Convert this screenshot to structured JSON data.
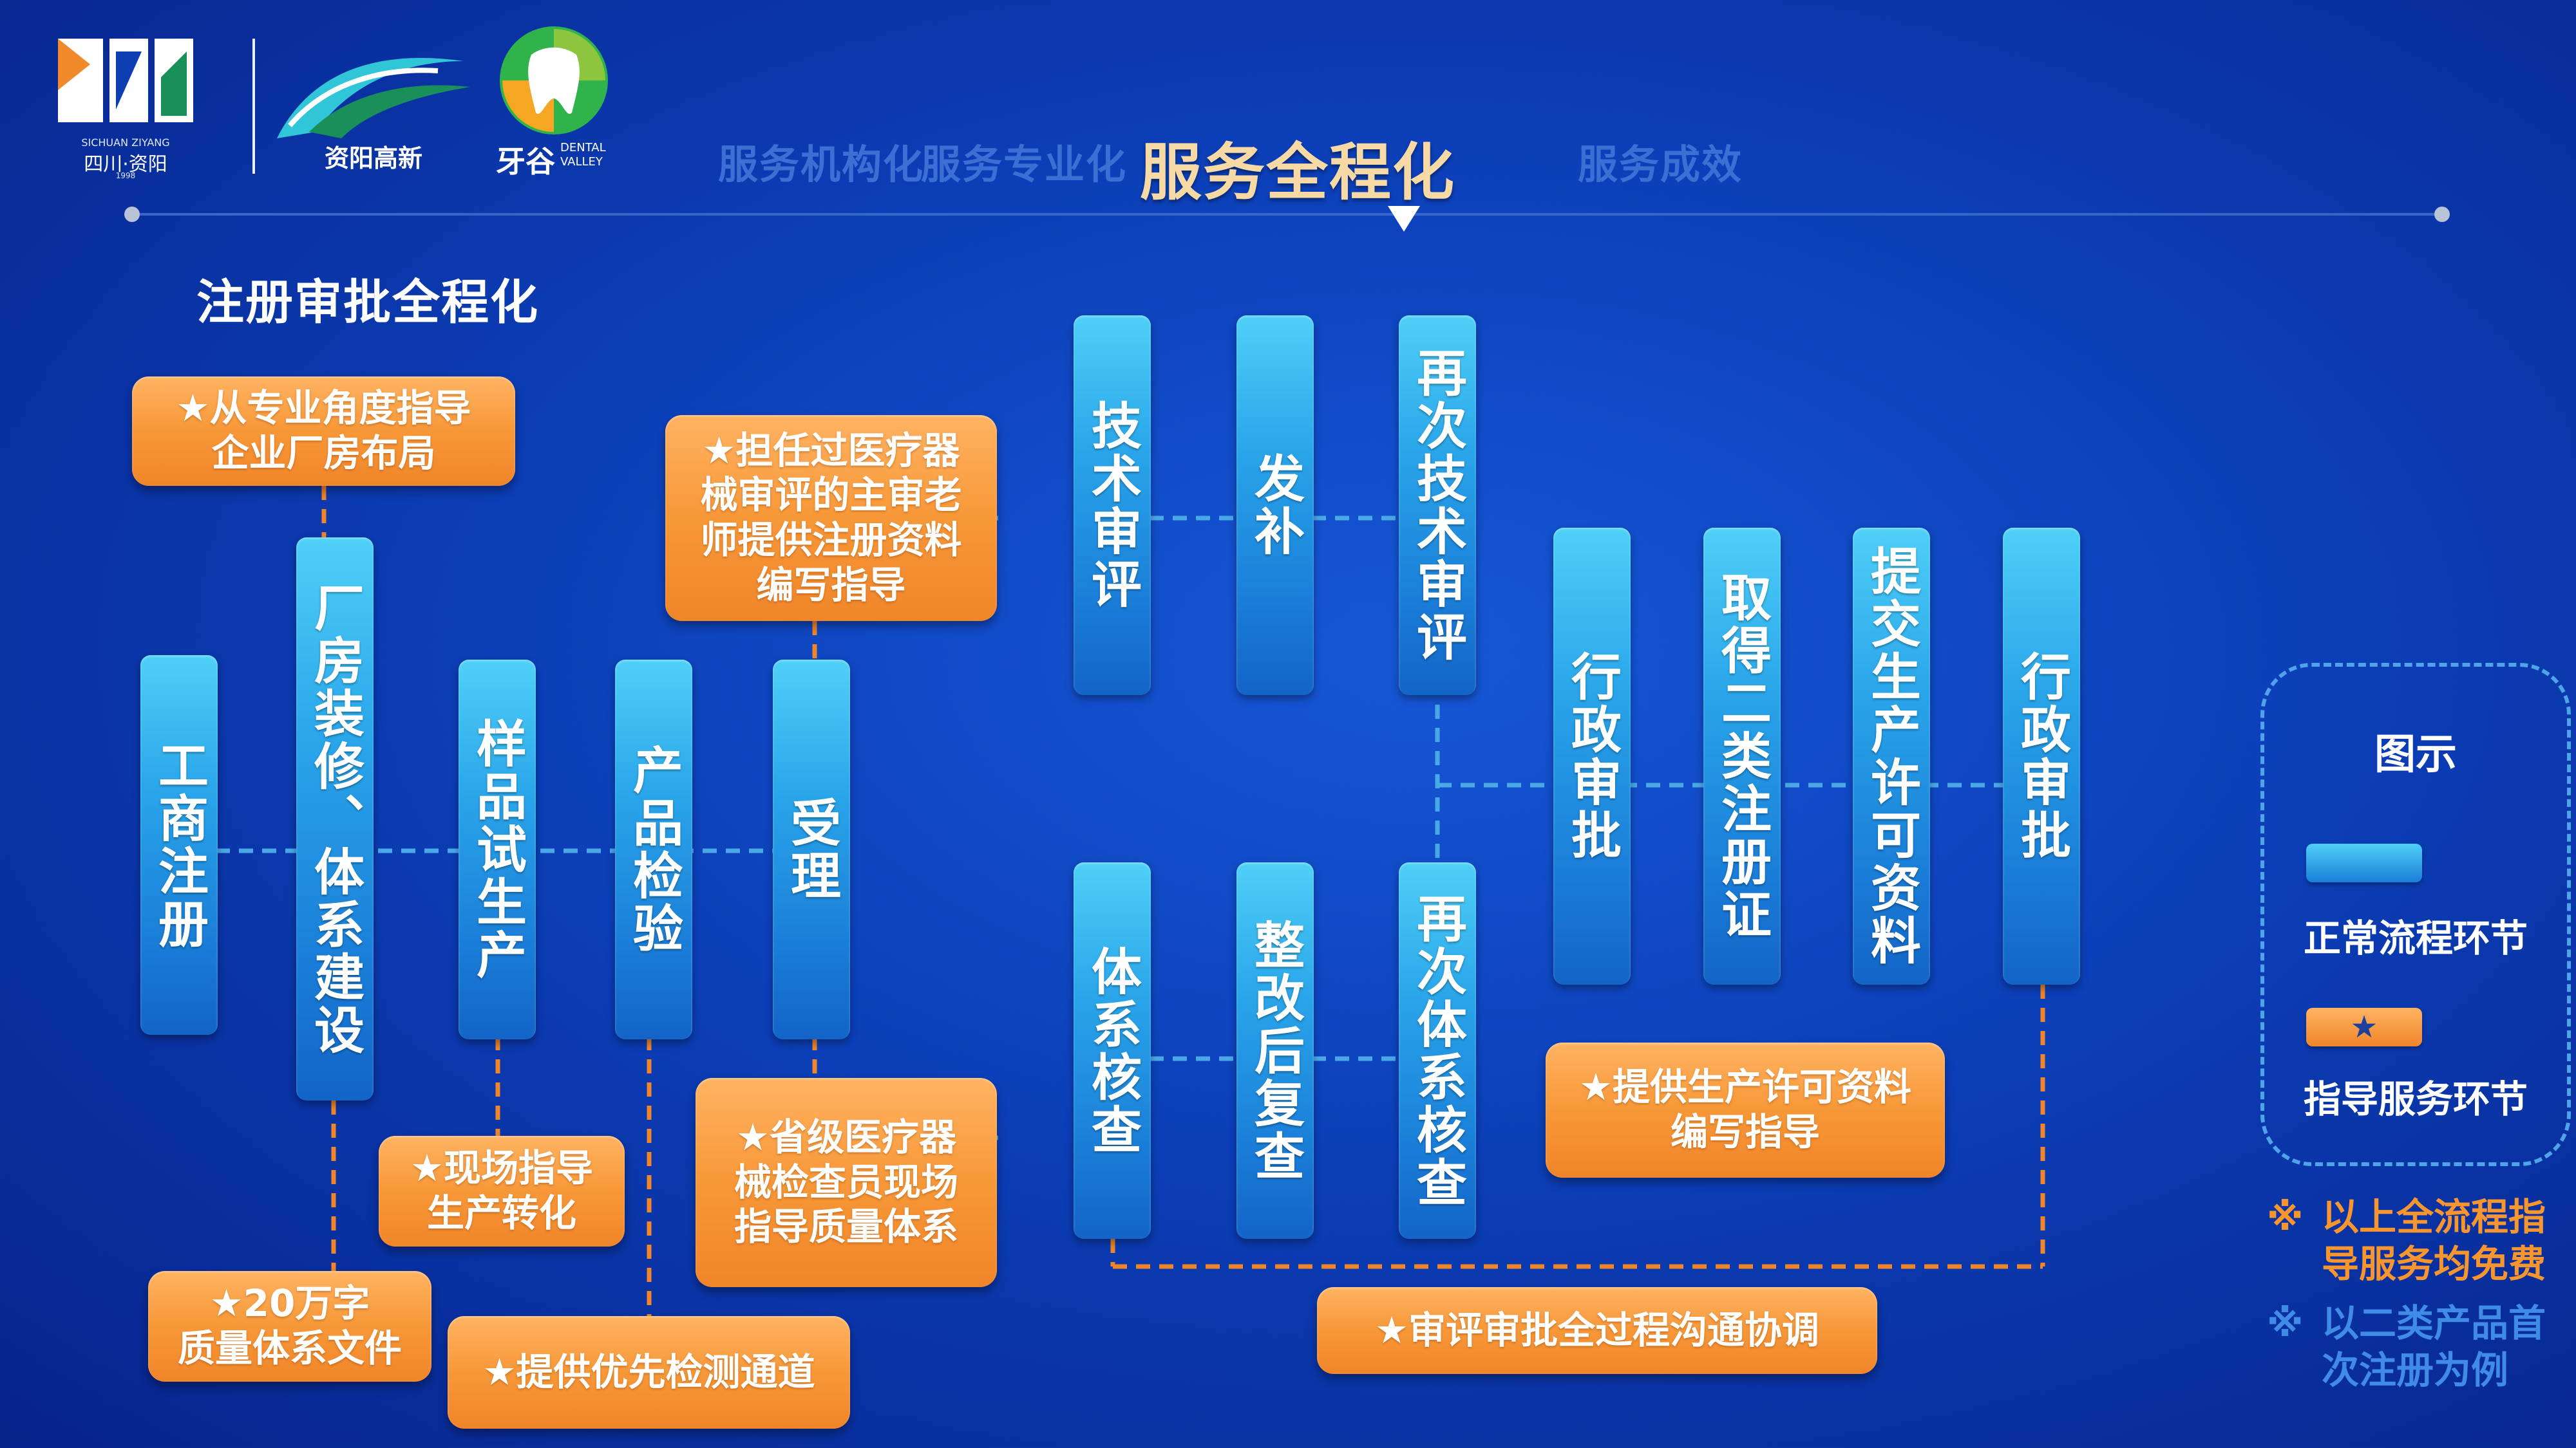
{
  "header": {
    "logo_sichuan_caption": "四川·资阳",
    "logo_sichuan_en": "SICHUAN ZIYANG",
    "logo_sichuan_year": "1998",
    "logo_gaoxin": "资阳高新",
    "logo_yagu": "牙谷",
    "logo_yagu_en1": "DENTAL",
    "logo_yagu_en2": "VALLEY"
  },
  "nav": {
    "items": [
      "服务机构化",
      "服务专业化",
      "服务全程化",
      "服务成效"
    ],
    "active_index": 2
  },
  "section_title": "注册审批全程化",
  "process_steps": [
    "工商注册",
    "厂房装修、体系建设",
    "样品试生产",
    "产品检验",
    "受理",
    "技术审评",
    "发补",
    "再次技术审评",
    "体系核查",
    "整改后复查",
    "再次体系核查",
    "行政审批",
    "取得二类注册证",
    "提交生产许可资料",
    "行政审批"
  ],
  "guide_boxes": [
    "★从专业角度指导\n企业厂房布局",
    "★担任过医疗器\n械审评的主审老\n师提供注册资料\n编写指导",
    "★现场指导\n生产转化",
    "★20万字\n质量体系文件",
    "★提供优先检测通道",
    "★省级医疗器\n械检查员现场\n指导质量体系",
    "★提供生产许可资料\n编写指导",
    "★审评审批全过程沟通协调"
  ],
  "legend": {
    "title": "图示",
    "normal_label": "正常流程环节",
    "guide_star": "★",
    "guide_label": "指导服务环节"
  },
  "notes": [
    {
      "mark": "※",
      "text": "以上全流程指\n导服务均免费",
      "color": "#f7952f"
    },
    {
      "mark": "※",
      "text": "以二类产品首\n次注册为例",
      "color": "#3f8be6"
    }
  ],
  "colors": {
    "background": "#0c3fb8",
    "process_blue": "#2aa6ea",
    "guide_orange": "#f79838",
    "connector_blue": "#4aa8e6",
    "connector_orange": "#f0852a"
  }
}
